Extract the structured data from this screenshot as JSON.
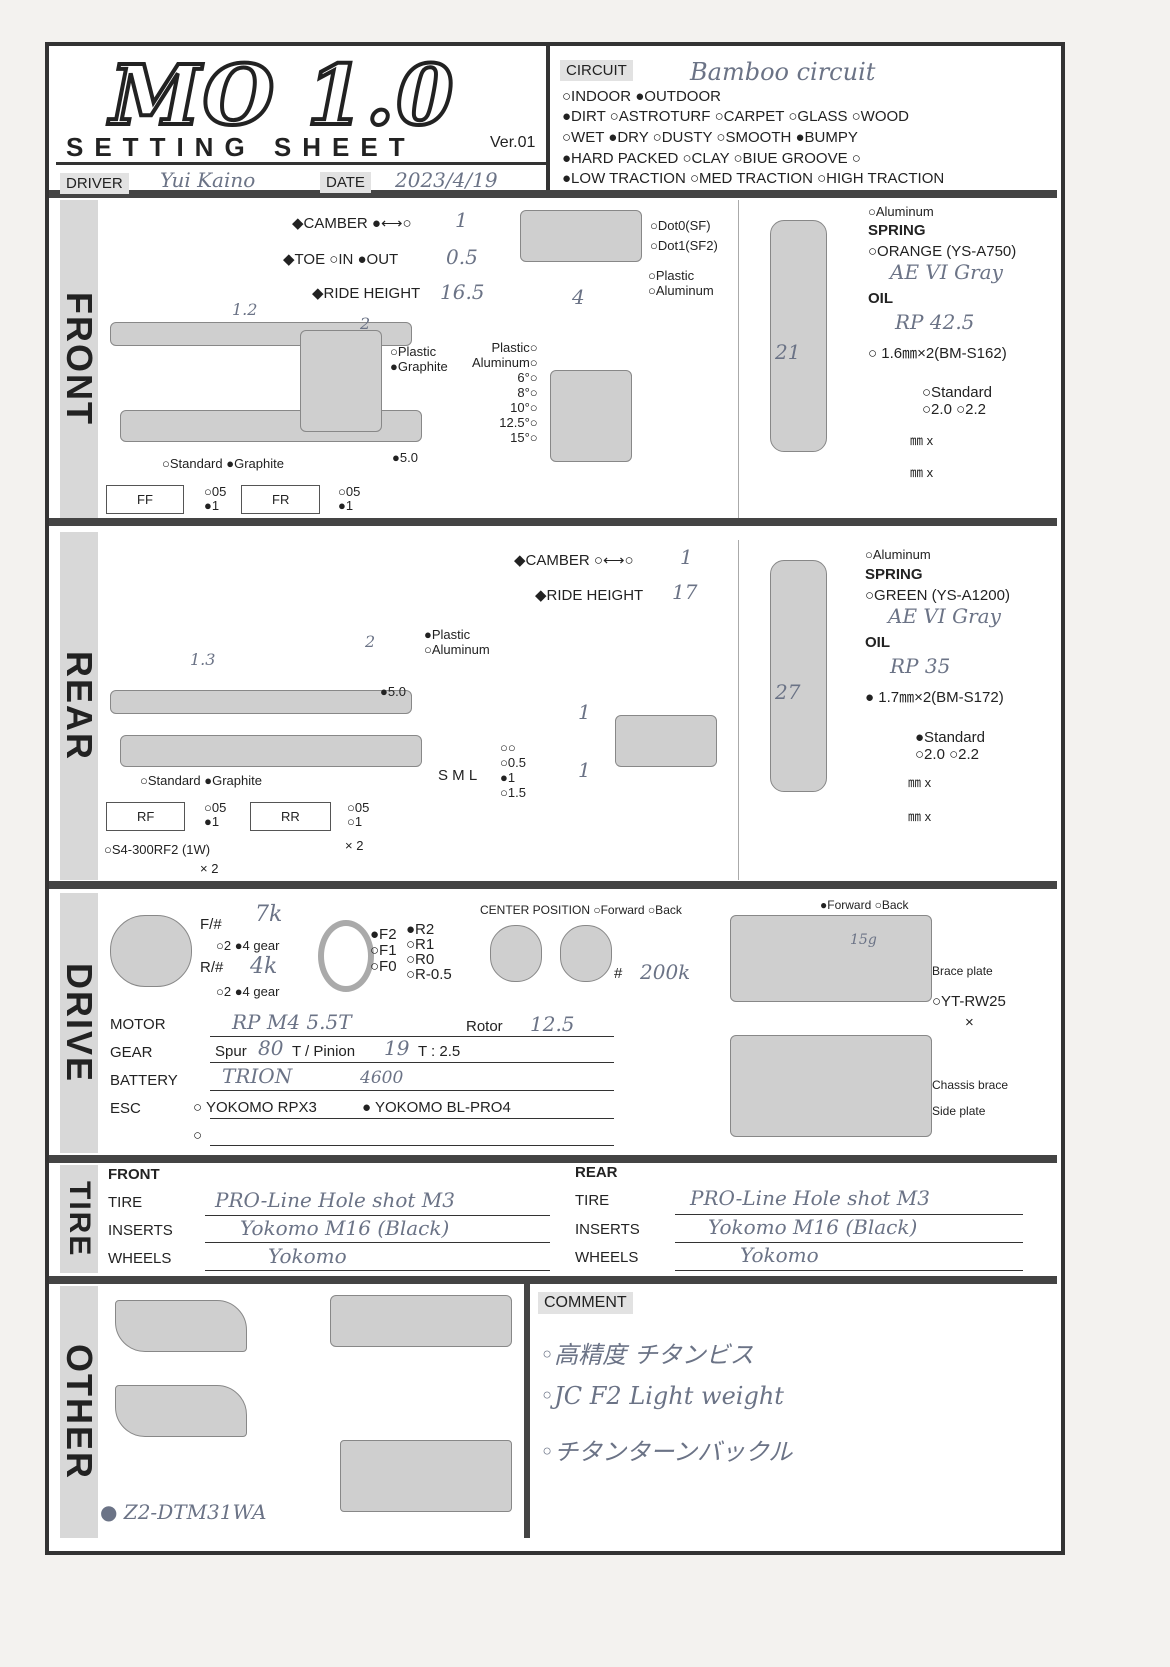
{
  "header": {
    "logo": "MO 1.0",
    "title": "SETTING SHEET",
    "version": "Ver.01",
    "driver_label": "DRIVER",
    "driver": "Yui Kaino",
    "date_label": "DATE",
    "date": "2023/4/19"
  },
  "circuit": {
    "label": "CIRCUIT",
    "name": "Bamboo circuit",
    "rows": [
      "○INDOOR ●OUTDOOR",
      "●DIRT ○ASTROTURF ○CARPET ○GLASS ○WOOD",
      "○WET ●DRY ○DUSTY ○SMOOTH ●BUMPY",
      "●HARD PACKED ○CLAY ○BIUE GROOVE ○",
      "●LOW TRACTION ○MED TRACTION ○HIGH TRACTION"
    ]
  },
  "front": {
    "label": "FRONT",
    "camber_label": "◆CAMBER ●⟷○",
    "camber": "1",
    "toe_label": "◆TOE ○IN ●OUT",
    "toe": "0.5",
    "ride_label": "◆RIDE HEIGHT",
    "ride": "16.5",
    "mm": "mm",
    "link1": "1.2",
    "link2": "2",
    "steer": "4",
    "dot0": "○Dot0(SF)",
    "dot1": "○Dot1(SF2)",
    "plastic_al": "○Plastic\n○Aluminum",
    "plastic_graphite": "○Plastic\n●Graphite",
    "caster_opts": "Plastic○\nAluminum○\n6°○\n8°○\n10°○\n12.5°○\n15°○",
    "std_graphite": "○Standard ●Graphite",
    "five": "●5.0",
    "ff": "FF",
    "fr": "FR",
    "opt05": "○05\n●1",
    "aluminum": "○Aluminum",
    "spring_label": "SPRING",
    "spring_color": "○ORANGE (YS-A750)",
    "spring": "AE VI Gray",
    "oil_label": "OIL",
    "oil": "RP 42.5",
    "piston": "○ 1.6㎜×2(BM-S162)",
    "shock_len": "21",
    "std": "○Standard\n○2.0 ○2.2",
    "mmx": "㎜ x"
  },
  "rear": {
    "label": "REAR",
    "camber_label": "◆CAMBER ○⟷○",
    "camber": "1",
    "ride_label": "◆RIDE HEIGHT",
    "ride": "17",
    "link1": "1.3",
    "link2": "2",
    "plastic_al": "●Plastic\n○Aluminum",
    "five": "●5.0",
    "sml": "S M L",
    "offs": "○○\n○0.5\n●1\n○1.5",
    "std_graphite": "○Standard ●Graphite",
    "rf": "RF",
    "rr": "RR",
    "opt05": "○05\n●1",
    "opt05r": "○05\n○1",
    "s4": "○S4-300RF2 (1W)",
    "x2": "× 2",
    "cnt1": "1",
    "cnt2": "1",
    "aluminum": "○Aluminum",
    "spring_label": "SPRING",
    "spring_color": "○GREEN (YS-A1200)",
    "spring": "AE VI Gray",
    "oil_label": "OIL",
    "oil": "RP 35",
    "piston": "● 1.7㎜×2(BM-S172)",
    "shock_len": "27",
    "std": "●Standard\n○2.0 ○2.2"
  },
  "drive": {
    "label": "DRIVE",
    "f_label": "F/#",
    "f": "7k",
    "r_label": "R/#",
    "r": "4k",
    "gear": "○2 ●4 gear",
    "f_opts": "●F2\n○F1\n○F0",
    "r_opts": "●R2\n○R1\n○R0\n○R-0.5",
    "center_label": "CENTER POSITION ○Forward ○Back",
    "center": "200k",
    "hash": "#",
    "chassis_fb": "●Forward ○Back",
    "brace": "Brace plate",
    "yt": "○YT-RW25",
    "x": "×",
    "chassis_brace": "Chassis brace",
    "side_plate": "Side plate",
    "num": "15g",
    "motor_label": "MOTOR",
    "motor": "RP M4  5.5T",
    "rotor_label": "Rotor",
    "rotor": "12.5",
    "gear_label": "GEAR",
    "spur_label": "Spur",
    "spur": "80",
    "pinion_label": "T / Pinion",
    "pinion": "19",
    "ratio": "T : 2.5",
    "battery_label": "BATTERY",
    "battery": "TRION",
    "battery_cap": "4600",
    "esc_label": "ESC",
    "esc1": "○ YOKOMO RPX3",
    "esc2": "● YOKOMO BL-PRO4",
    "esc3": "○"
  },
  "tire": {
    "label": "TIRE",
    "front": "FRONT",
    "rear": "REAR",
    "tire_label": "TIRE",
    "inserts_label": "INSERTS",
    "wheels_label": "WHEELS",
    "f_tire": "PRO-Line  Hole shot  M3",
    "f_inserts": "Yokomo  M16  (Black)",
    "f_wheels": "Yokomo",
    "r_tire": "PRO-Line  Hole shot  M3",
    "r_inserts": "Yokomo  M16  (Black)",
    "r_wheels": "Yokomo"
  },
  "other": {
    "label": "OTHER",
    "body": "● Z2-DTM31WA",
    "comment_label": "COMMENT",
    "comments": [
      "◦高精度 チタンビス",
      "◦JC F2  Light  weight",
      "◦チタンターンバックル"
    ]
  }
}
